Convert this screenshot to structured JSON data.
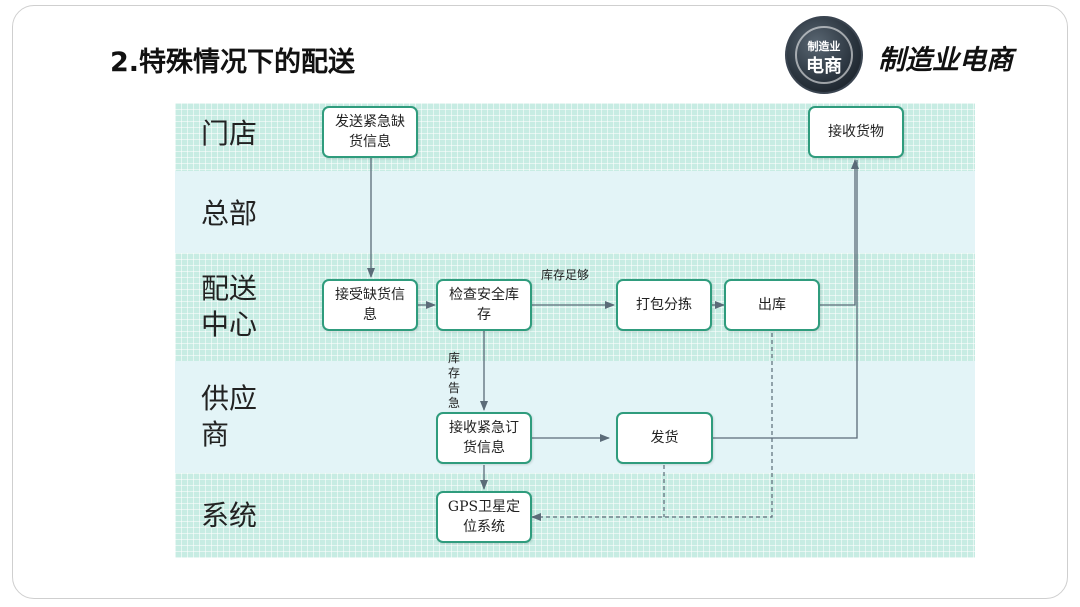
{
  "slide": {
    "title": "2.特殊情况下的配送",
    "brand": "制造业电商",
    "logo_small": "制造业",
    "logo_glyph": "电商"
  },
  "lanes": [
    {
      "id": "store",
      "label": "门店"
    },
    {
      "id": "hq",
      "label": "总部"
    },
    {
      "id": "dc",
      "label": "配送中心"
    },
    {
      "id": "supplier",
      "label": "供应商"
    },
    {
      "id": "system",
      "label": "系统"
    }
  ],
  "nodes": {
    "send_urgent": "发送紧急缺货信息",
    "receive_goods": "接收货物",
    "receive_shortage": "接受缺货信息",
    "check_stock": "检查安全库存",
    "pack_sort": "打包分拣",
    "out_stock": "出库",
    "receive_order": "接收紧急订货信息",
    "ship": "发货",
    "gps": "GPS卫星定位系统"
  },
  "edges": {
    "stock_enough": "库存足够",
    "stock_warning": "库存告急"
  },
  "colors": {
    "band": "#c7ece3",
    "band_light": "#e3f4f7",
    "node_border": "#2f9c7d",
    "arrow": "#5b6b78"
  }
}
